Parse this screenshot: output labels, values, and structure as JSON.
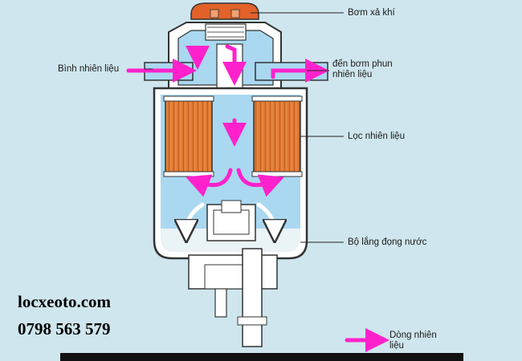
{
  "labels": {
    "bleed_pump": "Bơm xả khí",
    "fuel_tank": "Bình nhiên liệu",
    "to_injection_pump_line1": "đến bơm phun",
    "to_injection_pump_line2": "nhiên liệu",
    "fuel_filter": "Lọc nhiên liệu",
    "water_sediment": "Bộ lắng đọng nước",
    "fuel_flow_line1": "Dòng nhiên",
    "fuel_flow_line2": "liệu"
  },
  "contact": {
    "website": "locxeoto.com",
    "phone": "0798 563 579"
  },
  "colors": {
    "background": "#cfe6ee",
    "fuel": "#a9d8f0",
    "filter_element": "#e07a33",
    "flow_arrow": "#ff22cc",
    "bleed_cap": "#e2622a"
  }
}
